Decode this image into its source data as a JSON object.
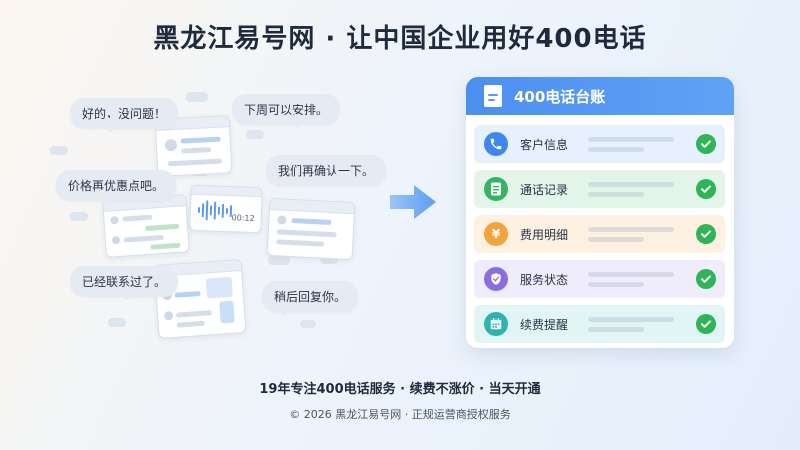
{
  "title": "黑龙江易号网 · 让中国企业用好400电话",
  "bubbles": {
    "b1": "好的，没问题！",
    "b2": "下周可以安排。",
    "b3": "价格再优惠点吧。",
    "b4": "我们再确认一下。",
    "b5": "已经联系过了。",
    "b6": "稍后回复你。"
  },
  "audio_card": {
    "time": "00:12"
  },
  "panel": {
    "title": "400电话台账",
    "rows": [
      {
        "label": "客户信息",
        "icon": "phone-icon",
        "color": "#3f86ee",
        "bg": "#e7f1fd"
      },
      {
        "label": "通话记录",
        "icon": "document-icon",
        "color": "#35b464",
        "bg": "#e3f5e8"
      },
      {
        "label": "费用明细",
        "icon": "yuan-icon",
        "color": "#f2a33a",
        "bg": "#fdf1e2",
        "glyph": "¥"
      },
      {
        "label": "服务状态",
        "icon": "shield-check-icon",
        "color": "#8c6de0",
        "bg": "#efecfb"
      },
      {
        "label": "续费提醒",
        "icon": "calendar-icon",
        "color": "#2fb3b0",
        "bg": "#e2f5f5"
      }
    ]
  },
  "footer": {
    "tagline": "19年专注400电话服务 · 续费不涨价 · 当天开通",
    "copyright": "© 2026 黑龙江易号网 · 正规运营商授权服务"
  },
  "colors": {
    "accent": "#4d8ff0",
    "check": "#2fb457"
  }
}
